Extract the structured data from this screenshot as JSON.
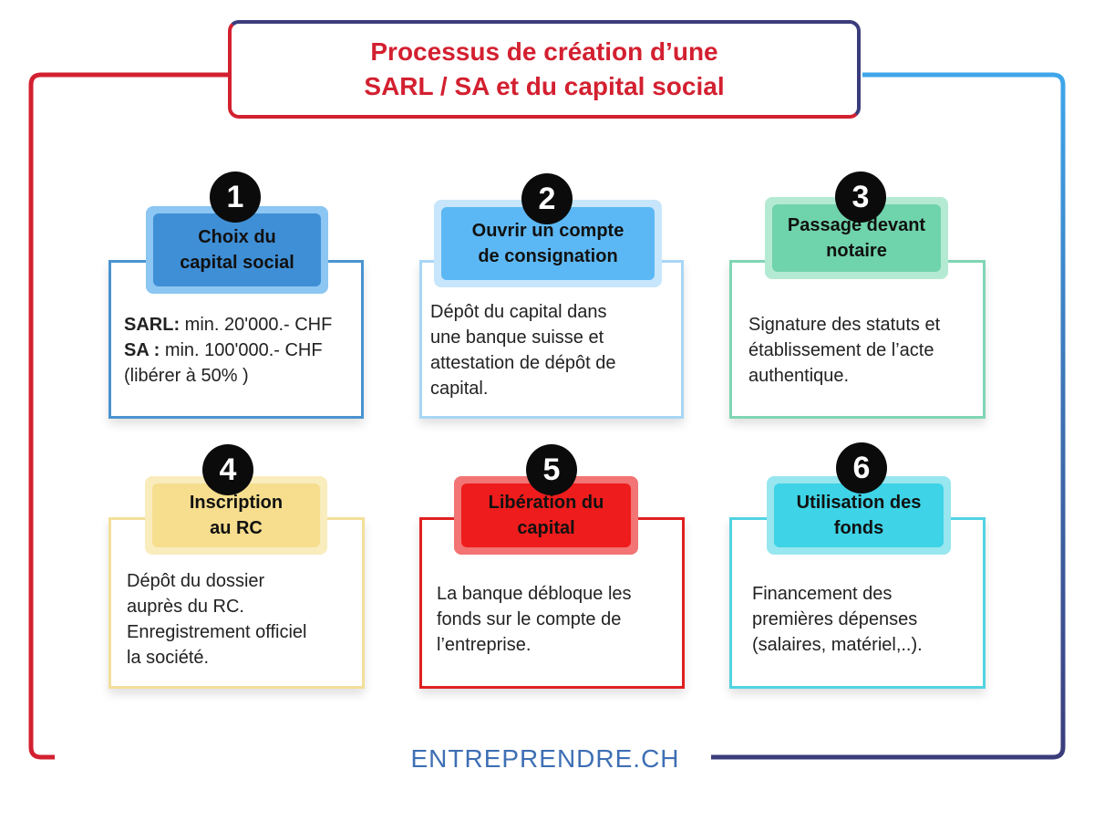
{
  "title": {
    "line1": "Processus de création d’une",
    "line2": "SARL / SA et du capital social"
  },
  "steps": [
    {
      "number": "1",
      "label1": "Choix du",
      "label2": "capital social",
      "lines": [
        {
          "bold": "SARL:",
          "text": " min. 20'000.- CHF"
        },
        {
          "bold": "SA :",
          "text": " min. 100'000.- CHF"
        },
        {
          "bold": "",
          "text": "(libérer à 50% )"
        }
      ],
      "colors": {
        "border": "#4a94d0",
        "label_outer": "#8cc6f2",
        "label_inner": "#3f8fd6"
      }
    },
    {
      "number": "2",
      "label1": "Ouvrir un compte",
      "label2": "de consignation",
      "lines": [
        {
          "bold": "",
          "text": "Dépôt du capital dans"
        },
        {
          "bold": "",
          "text": "une banque suisse et"
        },
        {
          "bold": "",
          "text": "attestation de dépôt de"
        },
        {
          "bold": "",
          "text": "capital."
        }
      ],
      "colors": {
        "border": "#a8d6f5",
        "label_outer": "#c7e6fb",
        "label_inner": "#5cb8f4"
      }
    },
    {
      "number": "3",
      "label1": "Passage devant",
      "label2": "notaire",
      "lines": [
        {
          "bold": "",
          "text": "Signature des statuts et"
        },
        {
          "bold": "",
          "text": "établissement de l’acte"
        },
        {
          "bold": "",
          "text": "authentique."
        }
      ],
      "colors": {
        "border": "#7fd6b4",
        "label_outer": "#b4ead4",
        "label_inner": "#6fd3ab"
      }
    },
    {
      "number": "4",
      "label1": "Inscription",
      "label2": "au RC",
      "lines": [
        {
          "bold": "",
          "text": "Dépôt du dossier"
        },
        {
          "bold": "",
          "text": "auprès du RC."
        },
        {
          "bold": "",
          "text": "Enregistrement officiel"
        },
        {
          "bold": "",
          "text": "la société."
        }
      ],
      "colors": {
        "border": "#f3df9a",
        "label_outer": "#f9ecbd",
        "label_inner": "#f6de8e"
      }
    },
    {
      "number": "5",
      "label1": "Libération du",
      "label2": "capital",
      "lines": [
        {
          "bold": "",
          "text": "La banque débloque les"
        },
        {
          "bold": "",
          "text": "fonds sur le compte de"
        },
        {
          "bold": "",
          "text": "l’entreprise."
        }
      ],
      "colors": {
        "border": "#e02020",
        "label_outer": "#f27474",
        "label_inner": "#ee1c1c"
      }
    },
    {
      "number": "6",
      "label1": "Utilisation des",
      "label2": "fonds",
      "lines": [
        {
          "bold": "",
          "text": "Financement des"
        },
        {
          "bold": "",
          "text": "premières dépenses"
        },
        {
          "bold": "",
          "text": "(salaires, matériel,..)."
        }
      ],
      "colors": {
        "border": "#52d3e2",
        "label_outer": "#98e6ef",
        "label_inner": "#3ed3e6"
      }
    }
  ],
  "footer": "ENTREPRENDRE.CH",
  "colors": {
    "title_red": "#d32030",
    "frame_red": "#d32030",
    "frame_blue": "#3fa6ea",
    "frame_navy": "#3b3c7c",
    "footer": "#3e6fb4"
  }
}
